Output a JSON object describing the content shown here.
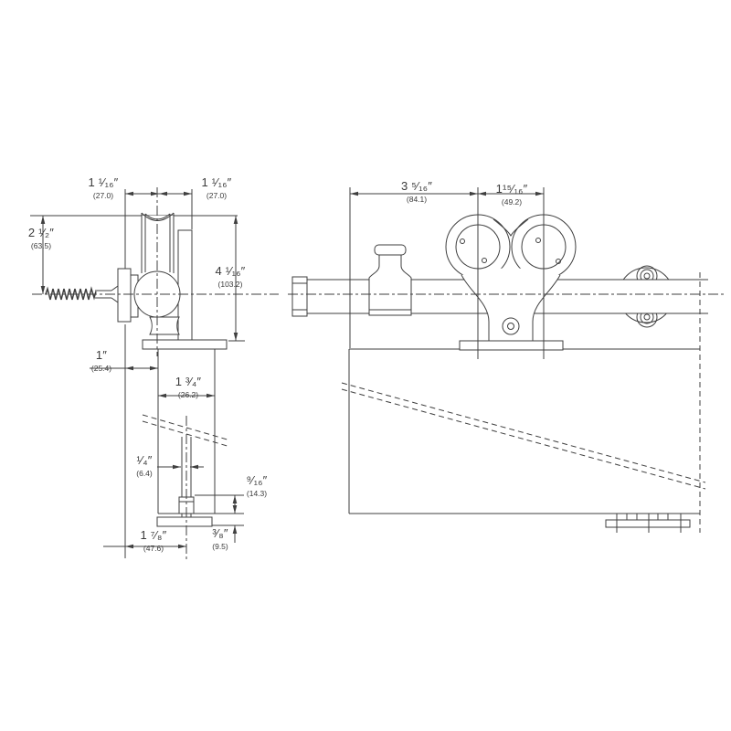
{
  "colors": {
    "line": "#3f3f3f",
    "background": "#ffffff"
  },
  "dims": {
    "left": [
      {
        "name": "hanger-offset-left",
        "text": "1 ¹⁄₁₆″",
        "metric": "(27.0)"
      },
      {
        "name": "hanger-offset-right",
        "text": "1 ¹⁄₁₆″",
        "metric": "(27.0)"
      },
      {
        "name": "top-to-rail-center",
        "text": "2 ¹⁄₂″",
        "metric": "(63.5)"
      },
      {
        "name": "top-to-door-top",
        "text": "4 ¹⁄₁₆″",
        "metric": "(103.2)"
      },
      {
        "name": "wall-to-door",
        "text": "1″",
        "metric": "(25.4)"
      },
      {
        "name": "door-thickness",
        "text": "1 ³⁄₄″",
        "metric": "(26.2)"
      },
      {
        "name": "groove-width",
        "text": "¹⁄₄″",
        "metric": "(6.4)"
      },
      {
        "name": "guide-engagement",
        "text": "⁹⁄₁₆″",
        "metric": "(14.3)"
      },
      {
        "name": "wall-to-groove",
        "text": "1 ⁷⁄₈″",
        "metric": "(47.6)"
      },
      {
        "name": "floor-clearance",
        "text": "³⁄₈″",
        "metric": "(9.5)"
      }
    ],
    "right": [
      {
        "name": "rail-end-to-wheel",
        "text": "3 ⁵⁄₁₆″",
        "metric": "(84.1)"
      },
      {
        "name": "wheel-spacing",
        "text": "1¹⁵⁄₁₆″",
        "metric": "(49.2)"
      }
    ]
  }
}
